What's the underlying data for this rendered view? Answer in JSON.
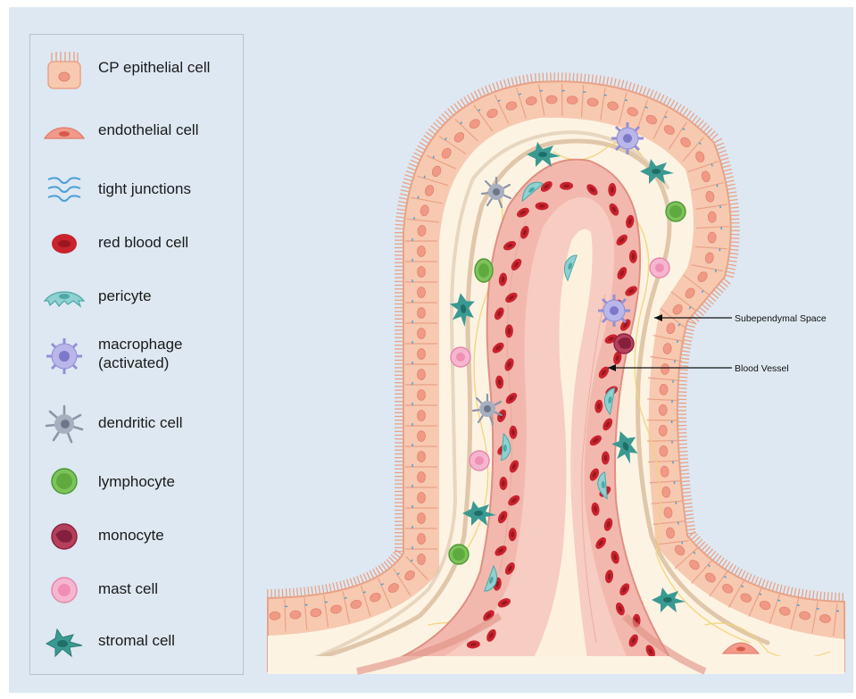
{
  "legend": {
    "items": [
      {
        "label": "CP epithelial cell",
        "icon": "cp-epithelial-cell-icon"
      },
      {
        "label": "endothelial cell",
        "icon": "endothelial-cell-icon"
      },
      {
        "label": "tight junctions",
        "icon": "tight-junctions-icon"
      },
      {
        "label": "red blood cell",
        "icon": "red-blood-cell-icon"
      },
      {
        "label": "pericyte",
        "icon": "pericyte-icon"
      },
      {
        "label": "macrophage\n(activated)",
        "icon": "macrophage-icon"
      },
      {
        "label": "dendritic cell",
        "icon": "dendritic-cell-icon"
      },
      {
        "label": "lymphocyte",
        "icon": "lymphocyte-icon"
      },
      {
        "label": "monocyte",
        "icon": "monocyte-icon"
      },
      {
        "label": "mast cell",
        "icon": "mast-cell-icon"
      },
      {
        "label": "stromal cell",
        "icon": "stromal-cell-icon"
      }
    ]
  },
  "annotations": {
    "subependymal": "Subependymal Space",
    "blood_vessel": "Blood Vessel"
  },
  "colors": {
    "background": "#dde8f2",
    "epithelium": "#f7c9b0",
    "epithelium_stroke": "#e9a287",
    "stroma": "#fdf3e3",
    "vessel_wall": "#f2b8ae",
    "lumen": "#fdf1de",
    "rbc": "#c9232d",
    "pericyte": "#5fb3b3",
    "macrophage": "#a6a3e0",
    "dendritic": "#8d96a8",
    "lymphocyte": "#7dc25b",
    "monocyte": "#9c2a45",
    "mast": "#f5a9c8",
    "stromal": "#3a9a92"
  }
}
